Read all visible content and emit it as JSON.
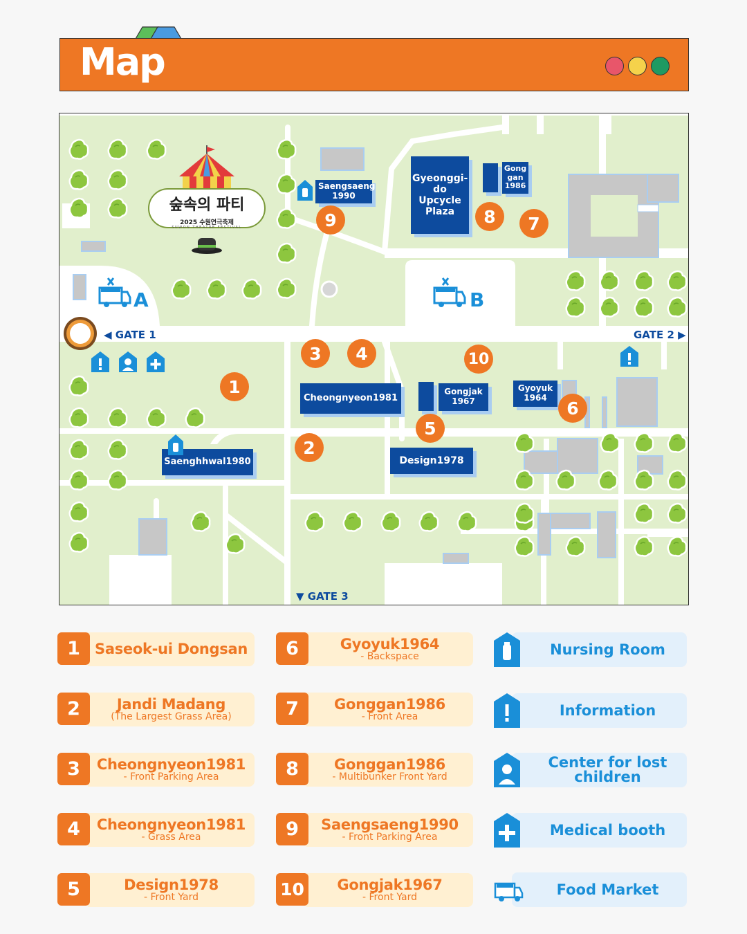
{
  "header": {
    "title": "Map",
    "window_dots": [
      "#e8566a",
      "#f5d24b",
      "#1f9a62"
    ]
  },
  "map": {
    "logo": {
      "title_kr": "숲속의 파티",
      "subtitle_kr": "2025 수원연극축제",
      "tagline": "SUWON THEATRE FESTIVAL"
    },
    "buildings": {
      "saengsaeng": "Saengsaeng 1990",
      "upcycle": "Gyeonggi-do Upcycle Plaza",
      "gonggan": "Gong gan 1986",
      "cheongnyeon": "Cheongnyeon1981",
      "gongjak": "Gongjak 1967",
      "gyoyuk": "Gyoyuk 1964",
      "design": "Design1978",
      "saenghhwal": "Saenghhwal1980"
    },
    "gates": {
      "gate1": "◀ GATE 1",
      "gate2": "GATE 2 ▶",
      "gate3": "▼ GATE 3"
    },
    "food_zones": {
      "a": "A",
      "b": "B"
    },
    "markers": [
      "1",
      "2",
      "3",
      "4",
      "5",
      "6",
      "7",
      "8",
      "9",
      "10"
    ]
  },
  "legend": [
    {
      "num": "1",
      "title": "Saseok-ui Dongsan",
      "sub": ""
    },
    {
      "num": "2",
      "title": "Jandi Madang",
      "sub": "(The Largest Grass Area)"
    },
    {
      "num": "3",
      "title": "Cheongnyeon1981",
      "sub": "- Front Parking Area"
    },
    {
      "num": "4",
      "title": "Cheongnyeon1981",
      "sub": "- Grass Area"
    },
    {
      "num": "5",
      "title": "Design1978",
      "sub": "- Front Yard"
    },
    {
      "num": "6",
      "title": "Gyoyuk1964",
      "sub": "- Backspace"
    },
    {
      "num": "7",
      "title": "Gonggan1986",
      "sub": "- Front Area"
    },
    {
      "num": "8",
      "title": "Gonggan1986",
      "sub": "- Multibunker Front Yard"
    },
    {
      "num": "9",
      "title": "Saengsaeng1990",
      "sub": "- Front Parking Area"
    },
    {
      "num": "10",
      "title": "Gongjak1967",
      "sub": "- Front Yard"
    }
  ],
  "icon_legend": [
    {
      "icon": "nursing-room-icon",
      "label": "Nursing Room"
    },
    {
      "icon": "information-icon",
      "label": "Information"
    },
    {
      "icon": "lost-children-icon",
      "label": "Center for lost children"
    },
    {
      "icon": "medical-icon",
      "label": "Medical booth"
    },
    {
      "icon": "food-truck-icon",
      "label": "Food Market"
    }
  ],
  "colors": {
    "accent": "#ee7724",
    "building": "#0d4b9e",
    "icon_blue": "#1a8fd8",
    "grass": "#e1efcc",
    "tree": "#8dc63f"
  }
}
